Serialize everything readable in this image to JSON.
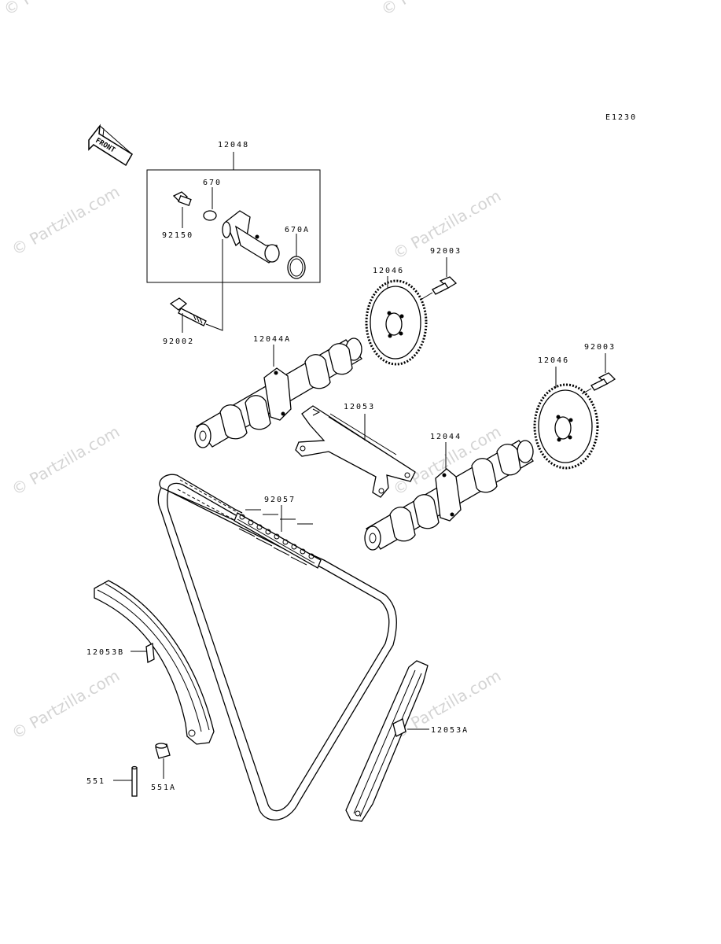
{
  "diagram": {
    "code": "E1230",
    "front_label": "FRONT",
    "watermark": "© Partzilla.com",
    "labels": {
      "p12048": "12048",
      "p670": "670",
      "p670A": "670A",
      "p92150": "92150",
      "p92002": "92002",
      "p12046_left": "12046",
      "p92003_left": "92003",
      "p12044A": "12044A",
      "p12053": "12053",
      "p12046_right": "12046",
      "p92003_right": "92003",
      "p12044": "12044",
      "p92057": "92057",
      "p12053B": "12053B",
      "p12053A": "12053A",
      "p551": "551",
      "p551A": "551A"
    }
  }
}
